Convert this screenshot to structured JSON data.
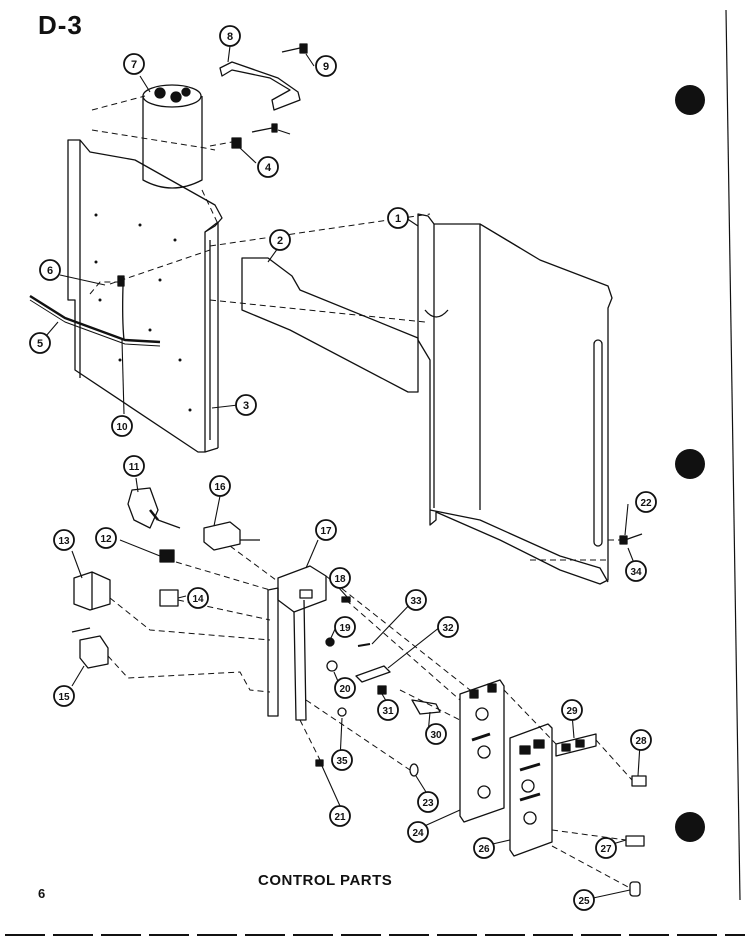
{
  "page": {
    "section_code": "D-3",
    "caption": "CONTROL PARTS",
    "page_number": "6"
  },
  "callouts": [
    "1",
    "2",
    "3",
    "4",
    "5",
    "6",
    "7",
    "8",
    "9",
    "10",
    "11",
    "12",
    "13",
    "14",
    "15",
    "16",
    "17",
    "18",
    "19",
    "20",
    "21",
    "22",
    "23",
    "24",
    "25",
    "26",
    "27",
    "28",
    "29",
    "30",
    "31",
    "32",
    "33",
    "34",
    "35"
  ],
  "colors": {
    "ink": "#111111",
    "paper": "#ffffff"
  }
}
